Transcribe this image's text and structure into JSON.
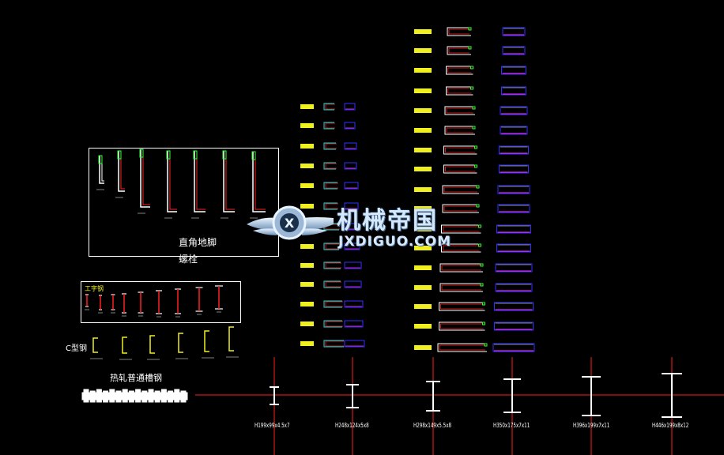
{
  "drawing": {
    "background": "#000000",
    "colors": {
      "red": "#ff2020",
      "yellow": "#f0f020",
      "white": "#ffffff",
      "cyan": "#20e0e0",
      "blue": "#3030ff",
      "magenta": "#ff30ff",
      "green": "#30ff30"
    }
  },
  "anchor_bolt_panel": {
    "title": "直角地脚",
    "title_line2": "螺栓"
  },
  "i_beam_panel": {
    "title": "工字钢"
  },
  "c_steel": {
    "label": "C型钢"
  },
  "hot_rolled_channel": {
    "label": "热轧普通槽钢"
  },
  "watermark": {
    "brand_cn": "机械帝国",
    "brand_en": "JXDIGUO.COM"
  },
  "h_beams": [
    {
      "label": "H199x99x4.5x7"
    },
    {
      "label": "H248x124x5x8"
    },
    {
      "label": "H298x149x5.5x8"
    },
    {
      "label": "H350x175x7x11"
    },
    {
      "label": "H396x199x7x11"
    },
    {
      "label": "H446x199x8x12"
    }
  ]
}
